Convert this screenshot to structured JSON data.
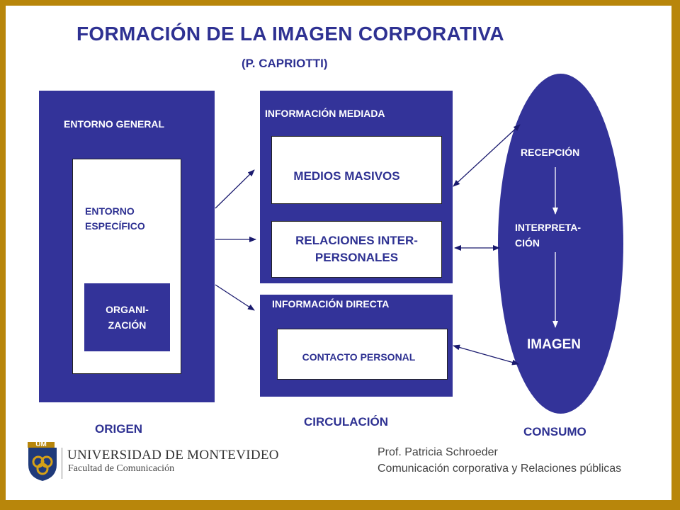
{
  "title": "FORMACIÓN DE LA IMAGEN CORPORATIVA",
  "subtitle": "(P. CAPRIOTTI)",
  "origin": {
    "general": "ENTORNO GENERAL",
    "specific_line1": "ENTORNO",
    "specific_line2": "ESPECÍFICO",
    "org_line1": "ORGANI-",
    "org_line2": "ZACIÓN",
    "caption": "ORIGEN"
  },
  "circulation": {
    "mediated": "INFORMACIÓN MEDIADA",
    "mass_media": "MEDIOS MASIVOS",
    "interpersonal_line1": "RELACIONES INTER-",
    "interpersonal_line2": "PERSONALES",
    "direct": "INFORMACIÓN DIRECTA",
    "personal_contact": "CONTACTO PERSONAL",
    "caption": "CIRCULACIÓN"
  },
  "consumption": {
    "reception": "RECEPCIÓN",
    "interpretation_line1": "INTERPRETA-",
    "interpretation_line2": "CIÓN",
    "image": "IMAGEN",
    "caption": "CONSUMO"
  },
  "footer": {
    "logo_mark": "UM",
    "university": "UNIVERSIDAD DE MONTEVIDEO",
    "faculty": "Facultad de Comunicación",
    "author": "Prof. Patricia Schroeder",
    "course": "Comunicación corporativa y Relaciones públicas"
  },
  "colors": {
    "navy": "#333399",
    "title": "#2e3192",
    "frame": "#b8860b"
  }
}
